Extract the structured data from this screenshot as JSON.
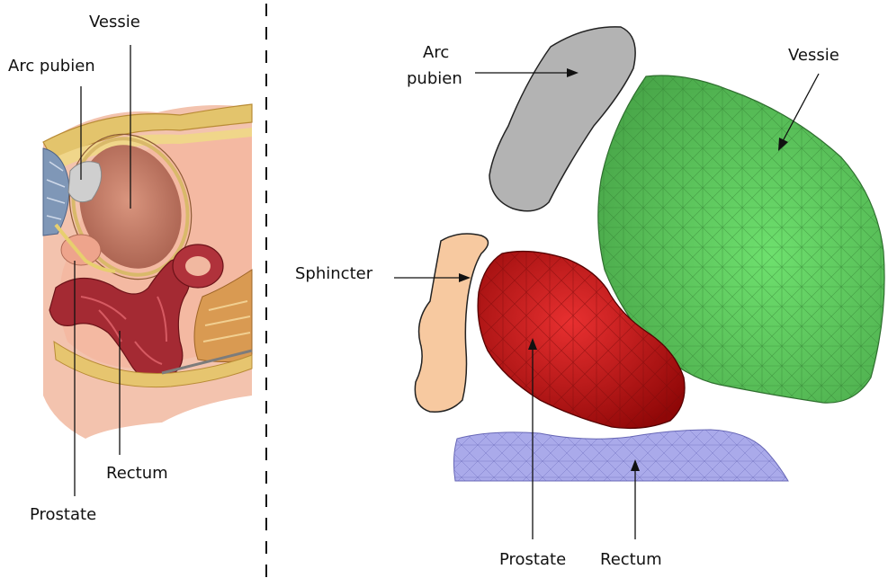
{
  "left_panel": {
    "labels": {
      "vessie": "Vessie",
      "arc_pubien": "Arc pubien",
      "prostate": "Prostate",
      "rectum": "Rectum"
    }
  },
  "right_panel": {
    "labels": {
      "arc_line1": "Arc",
      "arc_line2": "pubien",
      "vessie": "Vessie",
      "sphincter": "Sphincter",
      "prostate": "Prostate",
      "rectum": "Rectum"
    }
  },
  "colors": {
    "bladder_green": "#5fcf5f",
    "prostate_red": "#d11212",
    "rectum_blue": "#9b9be6",
    "pubic_gray": "#b3b3b3",
    "sphincter_peach": "#f7c9a0",
    "anatomy_skin": "#f1b8a0",
    "anatomy_bone": "#e2c16a",
    "anatomy_muscle": "#a9262e"
  }
}
